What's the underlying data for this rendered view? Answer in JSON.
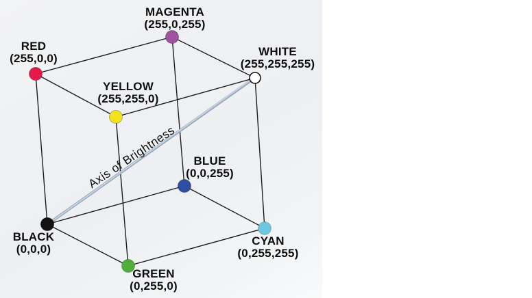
{
  "axis": {
    "label": "Axis of Brightness"
  },
  "vertices": {
    "red": {
      "name": "RED",
      "coords": "(255,0,0)",
      "color": "#e5194a"
    },
    "magenta": {
      "name": "MAGENTA",
      "coords": "(255,0,255)",
      "color": "#a0519f"
    },
    "white": {
      "name": "WHITE",
      "coords": "(255,255,255)",
      "color": "#ffffff"
    },
    "yellow": {
      "name": "YELLOW",
      "coords": "(255,255,0)",
      "color": "#f2e31c"
    },
    "blue": {
      "name": "BLUE",
      "coords": "(0,0,255)",
      "color": "#2c4fa4"
    },
    "black": {
      "name": "BLACK",
      "coords": "(0,0,0)",
      "color": "#131313"
    },
    "cyan": {
      "name": "CYAN",
      "coords": "(0,255,255)",
      "color": "#6ec7dc"
    },
    "green": {
      "name": "GREEN",
      "coords": "(0,255,0)",
      "color": "#4fae3b"
    }
  },
  "colors": {
    "edge": "#1c1c1c",
    "axis_line": "#9dabbf",
    "axis_line_highlight": "#cdd6e2",
    "background": "#eff1f3",
    "text": "#0d0d0d"
  }
}
